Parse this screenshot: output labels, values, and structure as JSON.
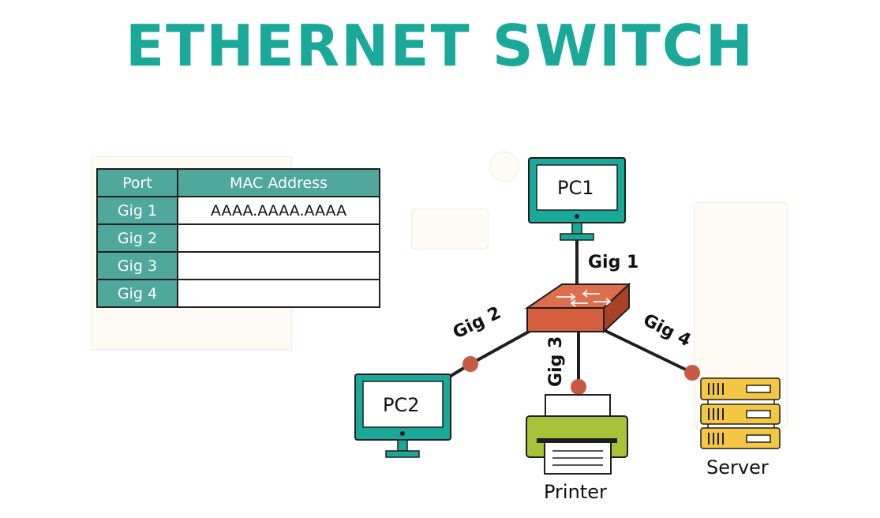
{
  "title": "ETHERNET SWITCH",
  "mac_table": {
    "headers": {
      "port": "Port",
      "mac": "MAC Address"
    },
    "rows": [
      {
        "port": "Gig 1",
        "mac": "AAAA.AAAA.AAAA"
      },
      {
        "port": "Gig 2",
        "mac": ""
      },
      {
        "port": "Gig 3",
        "mac": ""
      },
      {
        "port": "Gig 4",
        "mac": ""
      }
    ]
  },
  "devices": {
    "pc1": "PC1",
    "pc2": "PC2",
    "printer": "Printer",
    "server": "Server"
  },
  "ports": {
    "gig1": "Gig 1",
    "gig2": "Gig 2",
    "gig3": "Gig 3",
    "gig4": "Gig 4"
  },
  "colors": {
    "teal": "#1aa899",
    "teal_table": "#4fa89b",
    "switch": "#d4603f",
    "switch_dark": "#a94128",
    "connector": "#c65a45",
    "printer": "#a8c23a",
    "server": "#f3c743",
    "line": "#1e1e1e"
  }
}
